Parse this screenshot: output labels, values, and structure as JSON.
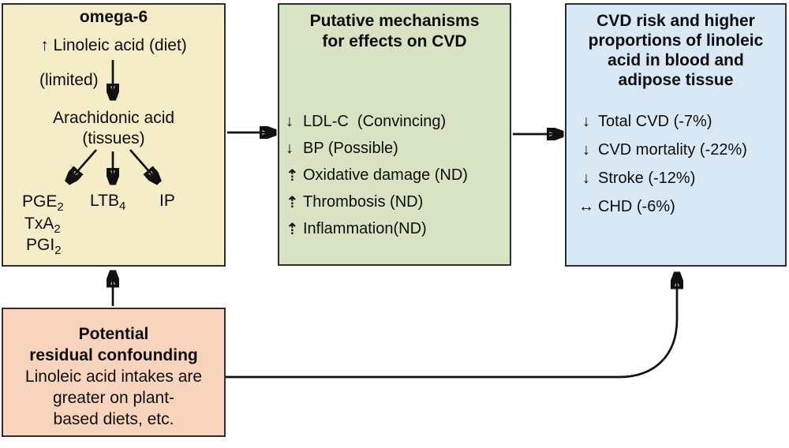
{
  "colors": {
    "omega_fill": "#f5edc8",
    "mechanisms_fill": "#d7e3c2",
    "outcomes_fill": "#d9e8f5",
    "confounding_fill": "#f8d4bc",
    "border": "#2e2e2e",
    "arrow": "#111111"
  },
  "omega_box": {
    "title": "omega-6",
    "linoleic_arrow": "↑",
    "linoleic_text": "Linoleic acid (diet)",
    "limited": "(limited)",
    "arachidonic_line1": "Arachidonic acid",
    "arachidonic_line2": "(tissues)",
    "metabolites": [
      {
        "base": "PGE",
        "sub": "2"
      },
      {
        "base": "TxA",
        "sub": "2"
      },
      {
        "base": "PGI",
        "sub": "2"
      },
      {
        "base": "LTB",
        "sub": "4"
      },
      {
        "base": "IP",
        "sub": ""
      }
    ]
  },
  "mechanisms_box": {
    "title_line1": "Putative mechanisms",
    "title_line2": "for effects on CVD",
    "items": [
      {
        "arrow": "↓",
        "text": "LDL-C  (Convincing)"
      },
      {
        "arrow": "↓",
        "text": "BP (Possible)"
      },
      {
        "arrow": "⇡",
        "text": "Oxidative damage (ND)"
      },
      {
        "arrow": "⇡",
        "text": "Thrombosis (ND)"
      },
      {
        "arrow": "⇡",
        "text": "Inflammation(ND)"
      }
    ]
  },
  "outcomes_box": {
    "title_line1": "CVD risk and higher",
    "title_line2": "proportions of linoleic",
    "title_line3": "acid in blood and",
    "title_line4": "adipose tissue",
    "items": [
      {
        "arrow": "↓",
        "text": "Total CVD (-7%)"
      },
      {
        "arrow": "↓",
        "text": "CVD mortality (-22%)"
      },
      {
        "arrow": "↓",
        "text": "Stroke (-12%)"
      },
      {
        "arrow": "↔",
        "text": "CHD (-6%)"
      }
    ]
  },
  "confounding_box": {
    "title_line1": "Potential",
    "title_line2": "residual confounding",
    "body_line1": "Linoleic acid intakes are",
    "body_line2": "greater on plant-",
    "body_line3": "based diets, etc."
  }
}
